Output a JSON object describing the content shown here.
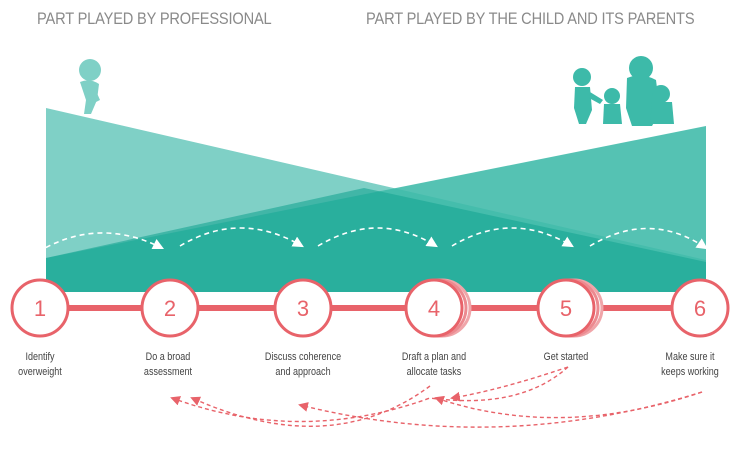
{
  "headings": {
    "professional": "PART PLAYED BY PROFESSIONAL",
    "child_parents": "PART PLAYED BY THE CHILD AND ITS PARENTS"
  },
  "steps": [
    {
      "number": "1",
      "label_lines": [
        "Identify",
        "overweight"
      ]
    },
    {
      "number": "2",
      "label_lines": [
        "Do a broad",
        "assessment"
      ]
    },
    {
      "number": "3",
      "label_lines": [
        "Discuss coherence",
        "and approach"
      ]
    },
    {
      "number": "4",
      "label_lines": [
        "Draft a plan and",
        "allocate tasks"
      ]
    },
    {
      "number": "5",
      "label_lines": [
        "Get started"
      ]
    },
    {
      "number": "6",
      "label_lines": [
        "Make sure it",
        "keeps working"
      ]
    }
  ],
  "colors": {
    "teal_light": "#7fd0c6",
    "teal_mid": "#3dbaa9",
    "teal_dark": "#17a592",
    "accent_red": "#e8636a",
    "heading_gray": "#8a8a8a"
  },
  "icons": {
    "professional": "professional-figure-icon",
    "family": "family-figures-icon"
  }
}
